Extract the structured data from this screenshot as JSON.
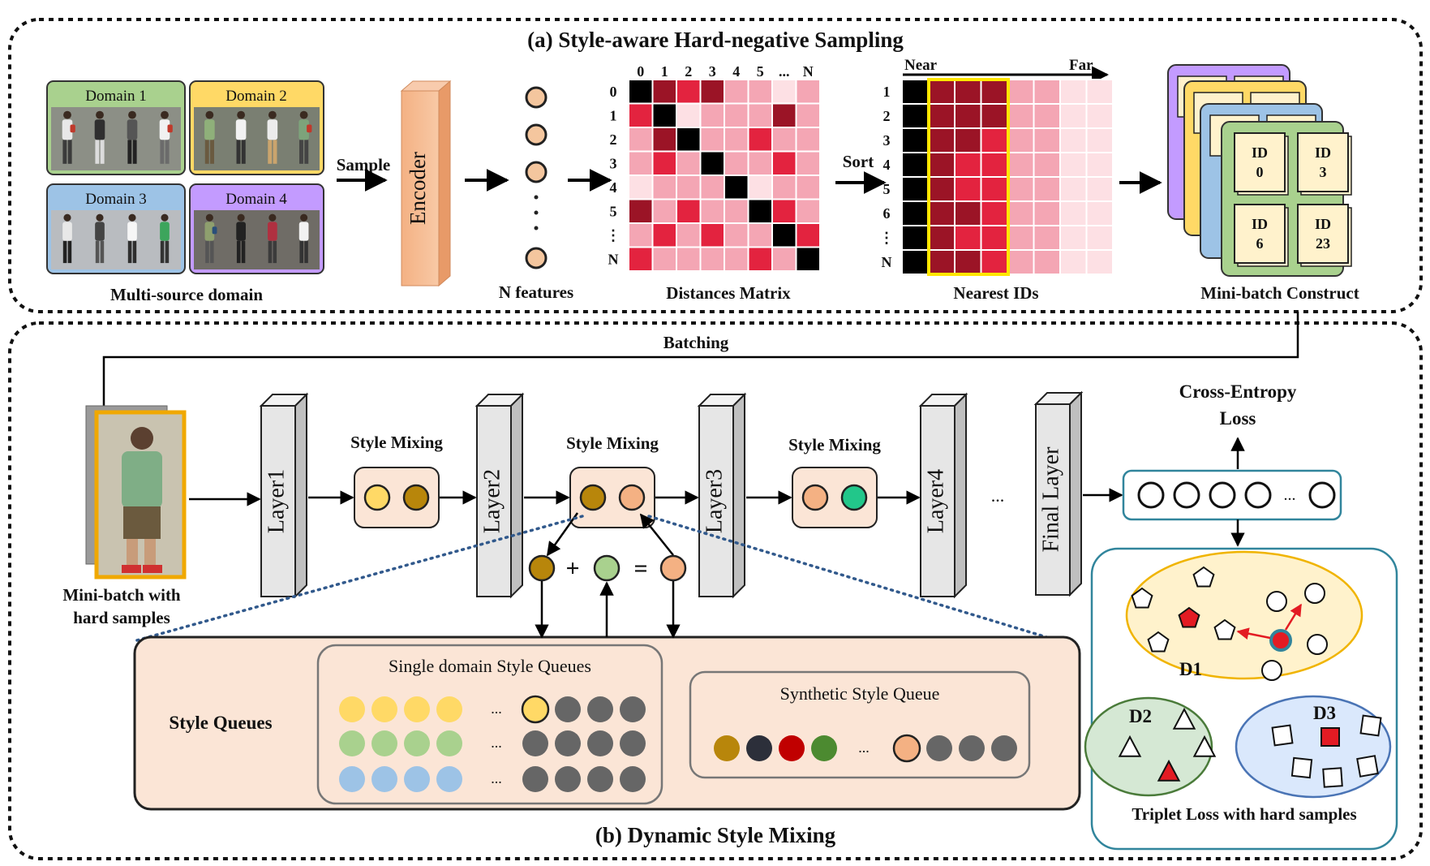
{
  "section_a": {
    "title": "(a) Style-aware Hard-negative Sampling",
    "domains": [
      "Domain 1",
      "Domain 2",
      "Domain 3",
      "Domain 4"
    ],
    "domain_colors": [
      "#a9d18e",
      "#ffd966",
      "#9dc3e6",
      "#c39bff"
    ],
    "multi_source_label": "Multi-source domain",
    "sample_label": "Sample",
    "encoder_label": "Encoder",
    "features_label": "N features",
    "matrix_cols": [
      "0",
      "1",
      "2",
      "3",
      "4",
      "5",
      "...",
      "N"
    ],
    "matrix_rows": [
      "0",
      "1",
      "2",
      "3",
      "4",
      "5",
      "⋮",
      "N"
    ],
    "matrix_label": "Distances Matrix",
    "matrix_levels": [
      [
        0,
        4,
        3,
        4,
        2,
        2,
        1,
        2
      ],
      [
        3,
        0,
        1,
        2,
        2,
        2,
        4,
        2
      ],
      [
        2,
        4,
        0,
        2,
        2,
        3,
        2,
        2
      ],
      [
        2,
        3,
        2,
        0,
        2,
        2,
        3,
        2
      ],
      [
        1,
        2,
        2,
        2,
        0,
        1,
        2,
        2
      ],
      [
        4,
        2,
        3,
        2,
        2,
        0,
        3,
        2
      ],
      [
        2,
        3,
        2,
        3,
        2,
        2,
        0,
        3
      ],
      [
        3,
        2,
        2,
        2,
        2,
        3,
        2,
        0
      ]
    ],
    "sort_label": "Sort",
    "near_label": "Near",
    "far_label": "Far",
    "nearest_rows": [
      "1",
      "2",
      "3",
      "4",
      "5",
      "6",
      "⋮",
      "N"
    ],
    "nearest_levels": [
      [
        0,
        4,
        4,
        4,
        2,
        2,
        1,
        1
      ],
      [
        0,
        4,
        4,
        4,
        2,
        2,
        1,
        1
      ],
      [
        0,
        4,
        4,
        3,
        2,
        2,
        1,
        1
      ],
      [
        0,
        4,
        3,
        3,
        2,
        2,
        1,
        1
      ],
      [
        0,
        4,
        3,
        3,
        2,
        2,
        1,
        1
      ],
      [
        0,
        4,
        4,
        3,
        2,
        2,
        1,
        1
      ],
      [
        0,
        4,
        3,
        3,
        2,
        2,
        1,
        1
      ],
      [
        0,
        4,
        4,
        3,
        2,
        2,
        1,
        1
      ]
    ],
    "nearest_label": "Nearest IDs",
    "ids": [
      "ID 0",
      "ID 3",
      "ID 6",
      "ID 23"
    ],
    "minibatch_label": "Mini-batch Construct",
    "heat_colors": [
      "#000000",
      "#fde0e4",
      "#f4a6b4",
      "#e3233f",
      "#9b1426"
    ]
  },
  "section_b": {
    "title": "(b) Dynamic Style Mixing",
    "batching_label": "Batching",
    "hard_label_1": "Mini-batch with",
    "hard_label_2": "hard samples",
    "layers": [
      "Layer1",
      "Layer2",
      "Layer3",
      "Layer4",
      "Final Layer"
    ],
    "style_mixing_label": "Style Mixing",
    "ellipsis": "...",
    "ce_loss_1": "Cross-Entropy",
    "ce_loss_2": "Loss",
    "plus": "+",
    "equals": "=",
    "style_queues_label": "Style Queues",
    "single_queue_label": "Single domain Style Queues",
    "synthetic_queue_label": "Synthetic Style Queue",
    "d1": "D1",
    "d2": "D2",
    "d3": "D3",
    "triplet_label": "Triplet Loss with hard samples"
  }
}
